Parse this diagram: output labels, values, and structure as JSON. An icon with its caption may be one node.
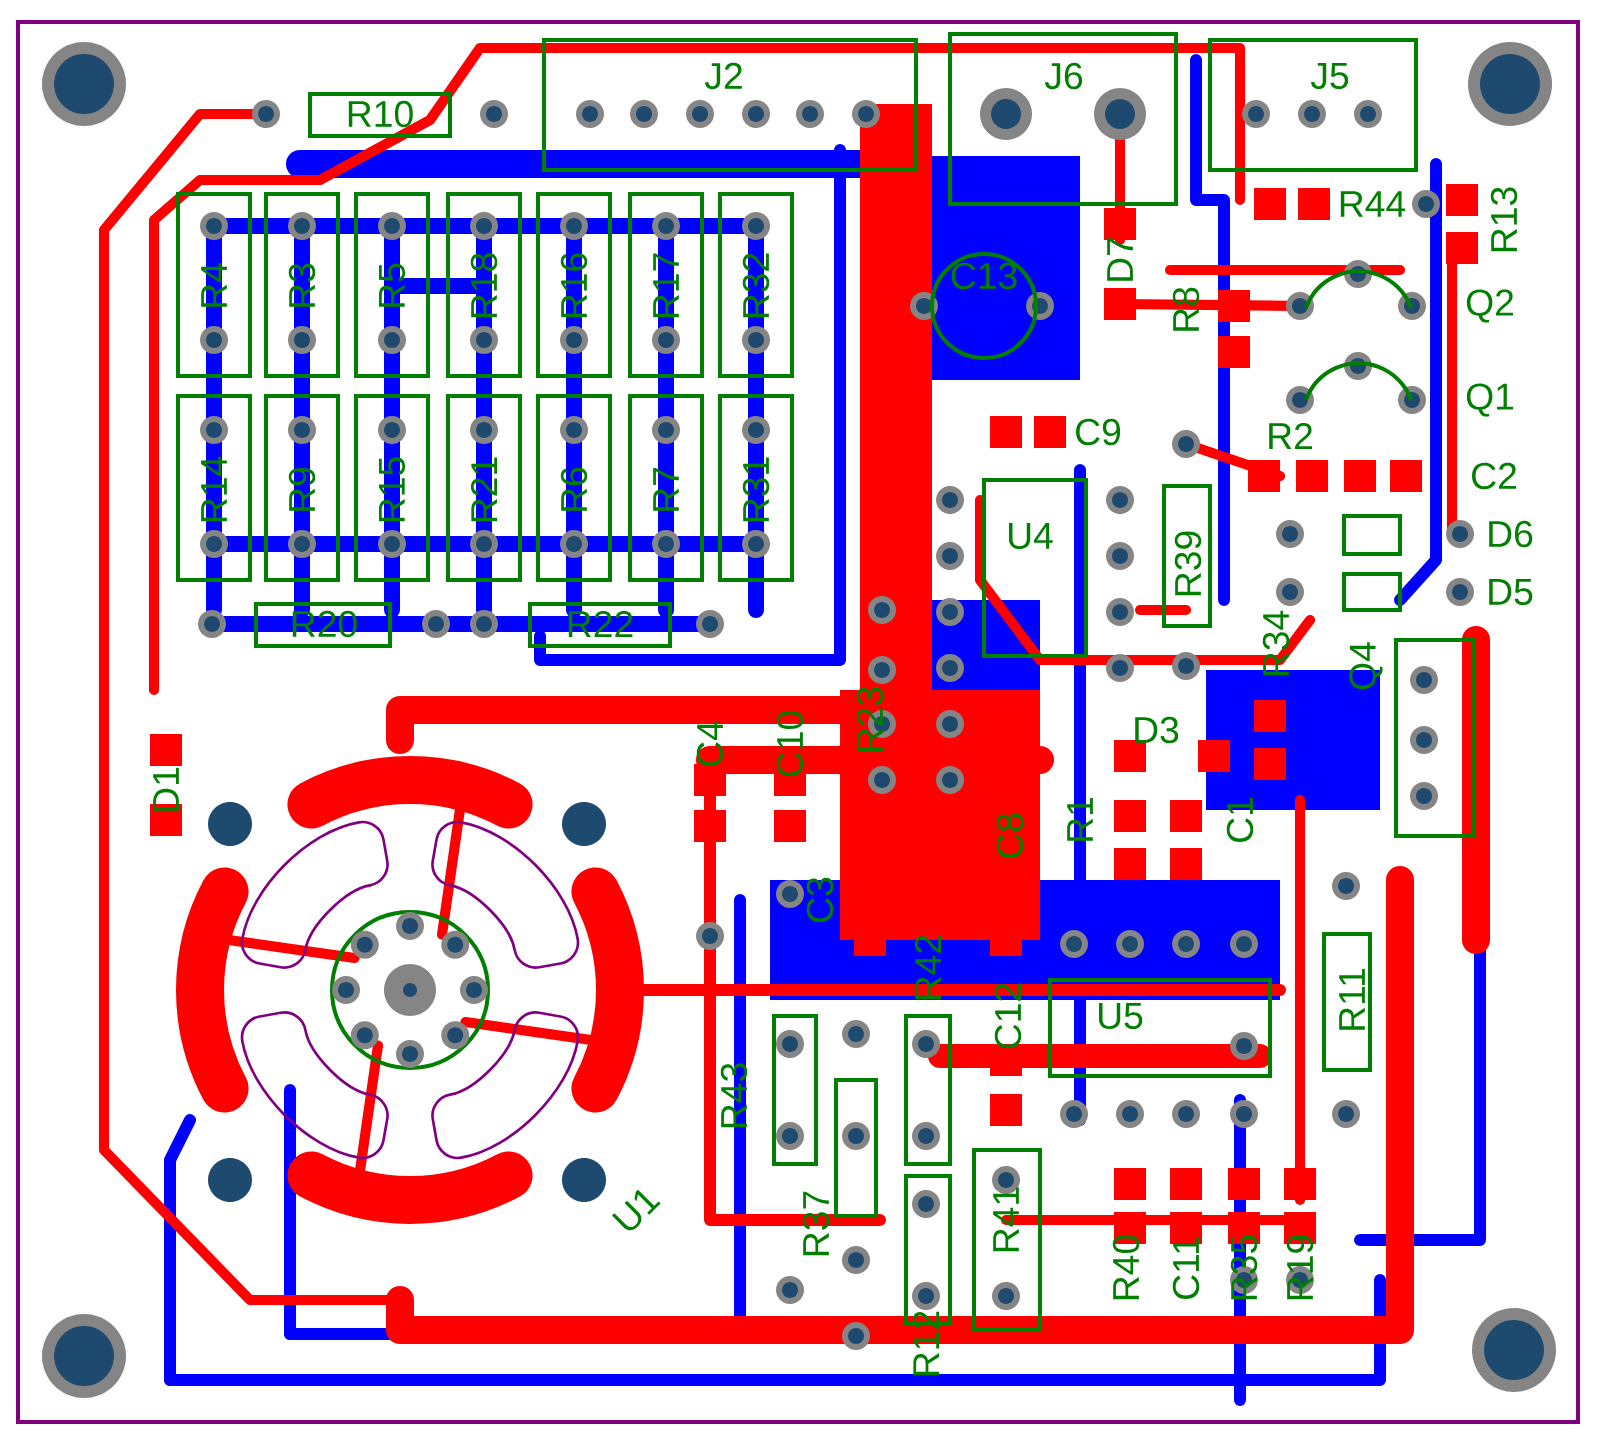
{
  "diagram": {
    "labels": [
      "J2",
      "J6",
      "J5",
      "R10",
      "R44",
      "R13",
      "R4",
      "R3",
      "R5",
      "R18",
      "R16",
      "R17",
      "R32",
      "D7",
      "C13",
      "R8",
      "Q2",
      "Q1",
      "C9",
      "R2",
      "C2",
      "R14",
      "R9",
      "R15",
      "R21",
      "R6",
      "R7",
      "R31",
      "U4",
      "D6",
      "R39",
      "D5",
      "R20",
      "R22",
      "R34",
      "Q4",
      "R23",
      "C4",
      "C10",
      "D3",
      "D1",
      "C8",
      "R1",
      "C1",
      "C3",
      "R11",
      "R42",
      "C12",
      "U5",
      "R43",
      "U1",
      "R37",
      "R41",
      "R40",
      "C11",
      "R35",
      "R19",
      "R12"
    ]
  }
}
